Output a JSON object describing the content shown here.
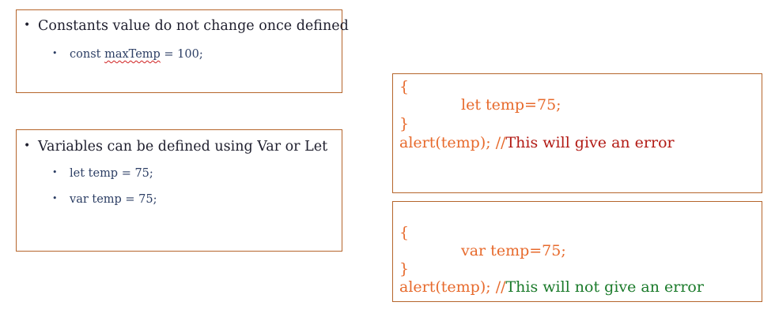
{
  "constants_box": {
    "heading": "Constants value do not change once defined",
    "items": [
      {
        "prefix": "const ",
        "flagged": "maxTemp",
        "suffix": " = 100;"
      }
    ]
  },
  "variables_box": {
    "heading": "Variables can be defined using Var or Let",
    "items": [
      {
        "text": "let temp = 75;"
      },
      {
        "text": "var temp = 75;"
      }
    ]
  },
  "let_example": {
    "open_brace": "{",
    "statement": "let temp=75;",
    "close_brace": "}",
    "call": "alert(temp); //",
    "comment": "This will give an error"
  },
  "var_example": {
    "open_brace": "{",
    "statement": "var temp=75;",
    "close_brace": "}",
    "call": "alert(temp); //",
    "comment": "This will not give an error"
  },
  "colors": {
    "border": "#b5652b",
    "code_orange": "#e76a2c",
    "error_red": "#b21a14",
    "ok_green": "#1a7a2a",
    "bullet_navy": "#2c3e64"
  }
}
